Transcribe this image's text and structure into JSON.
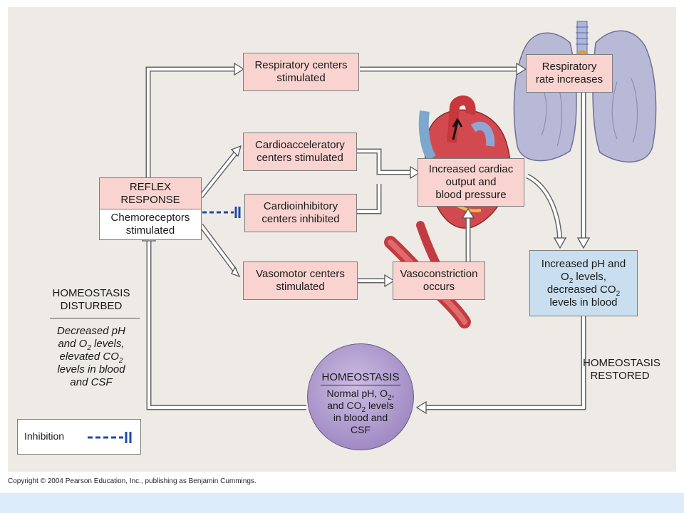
{
  "nodes": {
    "respiratory_centers": [
      "Respiratory centers",
      "stimulated"
    ],
    "respiratory_rate": [
      "Respiratory",
      "rate increases"
    ],
    "cardioacceleratory": [
      "Cardioacceleratory",
      "centers stimulated"
    ],
    "cardioinhibitory": [
      "Cardioinhibitory",
      "centers inhibited"
    ],
    "increased_cardiac": [
      "Increased cardiac",
      "output and",
      "blood pressure"
    ],
    "reflex_response": [
      "REFLEX",
      "RESPONSE"
    ],
    "chemoreceptors": [
      "Chemoreceptors",
      "stimulated"
    ],
    "vasomotor": [
      "Vasomotor centers",
      "stimulated"
    ],
    "vasoconstriction": [
      "Vasoconstriction",
      "occurs"
    ],
    "increased_ph": {
      "line1": "Increased pH and",
      "line2_pre": "O",
      "line2_sub": "2",
      "line2_post": " levels,",
      "line3_pre": "decreased CO",
      "line3_sub": "2",
      "line4": "levels in blood"
    }
  },
  "homeostasis_disturbed": {
    "heading": [
      "HOMEOSTASIS",
      "DISTURBED"
    ],
    "line1": "Decreased pH",
    "line2_pre": "and O",
    "line2_sub": "2",
    "line2_post": " levels,",
    "line3_pre": "elevated CO",
    "line3_sub": "2",
    "line4": "levels in blood",
    "line5": "and CSF"
  },
  "homeostasis_restored": [
    "HOMEOSTASIS",
    "RESTORED"
  ],
  "homeostasis_circle": {
    "title": "HOMEOSTASIS",
    "line1_pre": "Normal pH, O",
    "line1_sub": "2",
    "line1_post": ",",
    "line2_pre": "and CO",
    "line2_sub": "2",
    "line2_post": " levels",
    "line3": "in blood and",
    "line4": "CSF"
  },
  "legend": {
    "label": "Inhibition"
  },
  "copyright": "Copyright © 2004 Pearson Education, Inc., publishing as Benjamin Cummings.",
  "colors": {
    "panel_bg": "#eeebe6",
    "pink_box": "#f8d3cf",
    "blue_box": "#c9deef",
    "circle": "#a894c9",
    "inhibition_line": "#1f4aa8",
    "bottom_band": "#dcecfb"
  },
  "icons": [
    "lungs-illustration",
    "heart-illustration",
    "blood-vessel-illustration",
    "inhibition-symbol"
  ]
}
